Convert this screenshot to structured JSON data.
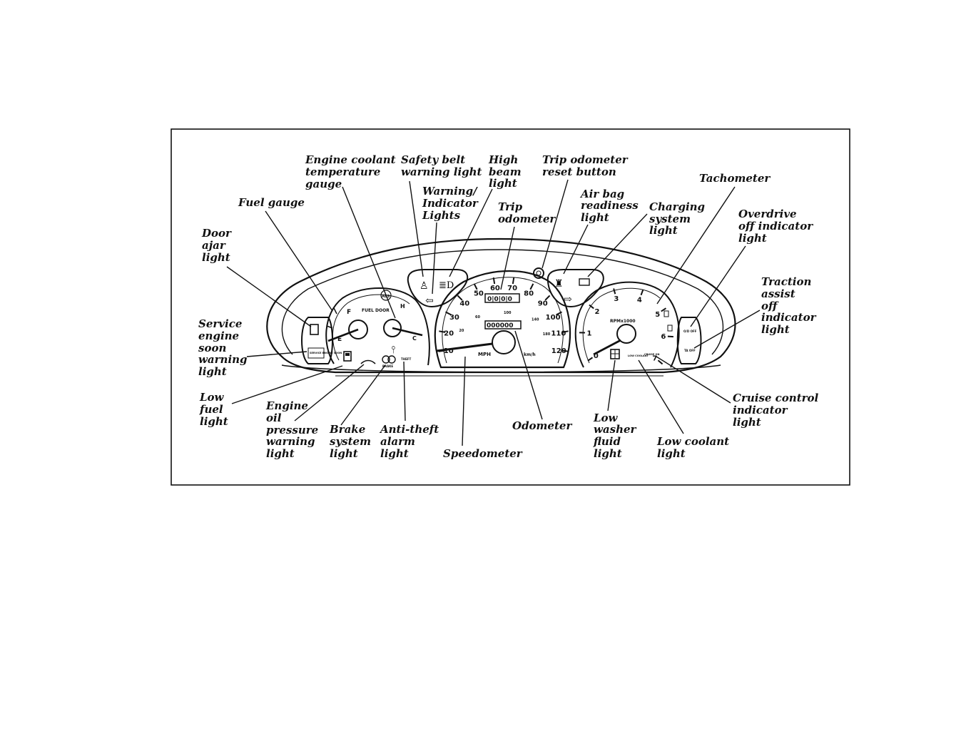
{
  "diagram": {
    "labels": {
      "engine_coolant": [
        "Engine coolant",
        "temperature",
        "gauge"
      ],
      "safety_belt": [
        "Safety belt",
        "warning light"
      ],
      "high_beam": [
        "High",
        "beam",
        "light"
      ],
      "trip_reset": [
        "Trip odometer",
        "reset button"
      ],
      "warning_indicator": [
        "Warning/",
        "Indicator",
        "Lights"
      ],
      "trip_odometer": [
        "Trip",
        "odometer"
      ],
      "air_bag": [
        "Air bag",
        "readiness",
        "light"
      ],
      "charging": [
        "Charging",
        "system",
        "light"
      ],
      "tachometer": [
        "Tachometer"
      ],
      "overdrive": [
        "Overdrive",
        "off indicator",
        "light"
      ],
      "fuel_gauge": [
        "Fuel gauge"
      ],
      "door_ajar": [
        "Door",
        "ajar",
        "light"
      ],
      "traction": [
        "Traction",
        "assist",
        "off",
        "indicator",
        "light"
      ],
      "service_engine": [
        "Service",
        "engine",
        "soon",
        "warning",
        "light"
      ],
      "low_fuel": [
        "Low",
        "fuel",
        "light"
      ],
      "engine_oil": [
        "Engine",
        "oil",
        "pressure",
        "warning",
        "light"
      ],
      "brake": [
        "Brake",
        "system",
        "light"
      ],
      "anti_theft": [
        "Anti-theft",
        "alarm",
        "light"
      ],
      "speedometer": [
        "Speedometer"
      ],
      "odometer": [
        "Odometer"
      ],
      "low_washer": [
        "Low",
        "washer",
        "fluid",
        "light"
      ],
      "low_coolant": [
        "Low coolant",
        "light"
      ],
      "cruise_control": [
        "Cruise control",
        "indicator",
        "light"
      ]
    },
    "cluster_text": {
      "fuel_door": "FUEL DOOR",
      "fuel_f": "F",
      "fuel_e": "E",
      "temp_h": "H",
      "temp_c": "C",
      "mph": "MPH",
      "kmh": "km/h",
      "rpm": "RPMx1000",
      "trip_digits": "0|0|0|0",
      "odo_digits": "000000",
      "speed_ticks": [
        "10",
        "20",
        "30",
        "40",
        "50",
        "60",
        "70",
        "80",
        "90",
        "100",
        "110",
        "120"
      ],
      "kmh_ticks": [
        "20",
        "60",
        "100",
        "140",
        "180"
      ],
      "tach_ticks": [
        "0",
        "1",
        "2",
        "3",
        "4",
        "5",
        "6",
        "7"
      ],
      "theft": "THEFT",
      "low_coolant_tag": "LOW COOLANT",
      "cruise_tag": "CRUISE ON",
      "brake_tag": "BRAKE",
      "service_tag": "SERVICE ENGINE SOON",
      "od_tag": "O/D OFF",
      "ta_tag": "TA OFF",
      "abs": "ABS"
    }
  }
}
